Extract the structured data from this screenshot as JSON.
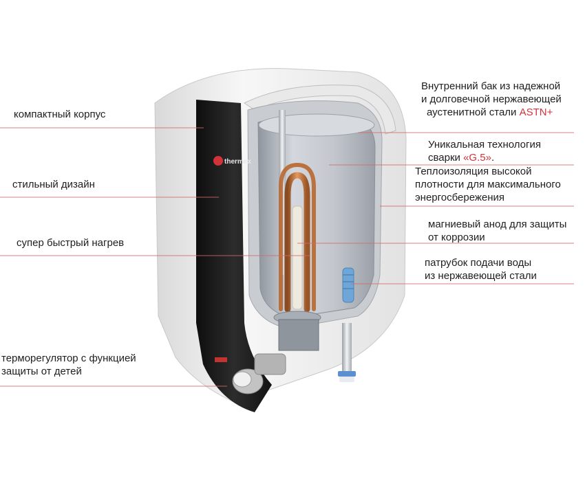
{
  "colors": {
    "leader": "#d46a6a",
    "accent": "#d0343a",
    "body_shell": "#f1f1f1",
    "dark_panel": "#1b1b1b",
    "tank_steel": "#b7bcc4",
    "copper": "#c8733a"
  },
  "brand": {
    "logo_text": "thermex"
  },
  "left_labels": [
    {
      "text": "компактный корпус"
    },
    {
      "text": "стильный дизайн"
    },
    {
      "text": "супер быстрый нагрев"
    },
    {
      "line1": "терморегулятор с функцией",
      "line2": "защиты от детей"
    }
  ],
  "right_labels": {
    "inner_tank": {
      "line1": "Внутренний бак из надежной",
      "line2": "и долговечной нержавеющей",
      "line3_prefix": "аустенитной стали ",
      "line3_accent": "ASTN+"
    },
    "welding": {
      "line1": "Уникальная технология",
      "line2_prefix": "сварки ",
      "line2_accent": "«G.5»",
      "line2_suffix": "."
    },
    "insulation": {
      "line1": "Теплоизоляция высокой",
      "line2": "плотности для максимального",
      "line3": "энергосбережения"
    },
    "anode": {
      "line1": "магниевый анод для защиты",
      "line2": "от коррозии"
    },
    "inlet": {
      "line1": "патрубок подачи воды",
      "line2": "из нержавеющей стали"
    }
  }
}
